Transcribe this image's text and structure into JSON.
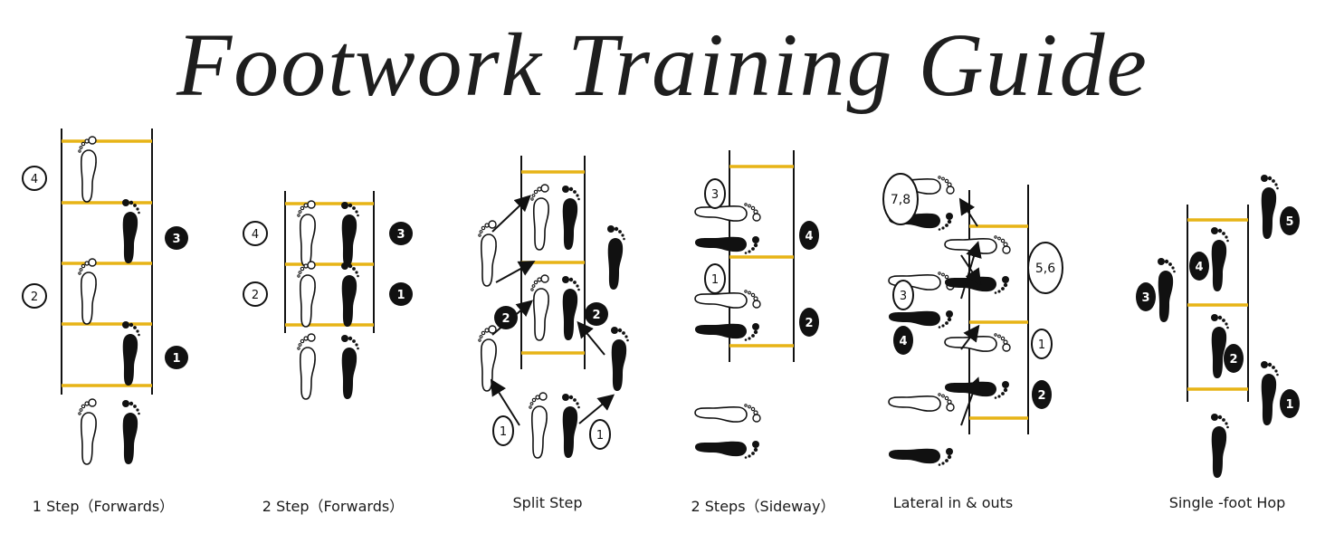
{
  "title": "Footwork Training Guide",
  "colors": {
    "ladder_rung": "#e7b416",
    "ink": "#111111",
    "paper": "#ffffff"
  },
  "panels": [
    {
      "caption": "1 Step（Forwards）",
      "badges": [
        "4",
        "3",
        "2",
        "1"
      ]
    },
    {
      "caption": "2 Step（Forwards）",
      "badges": [
        "4",
        "3",
        "2",
        "1"
      ]
    },
    {
      "caption": "Split Step",
      "badges": [
        "2",
        "2",
        "1",
        "1"
      ]
    },
    {
      "caption": "2 Steps（Sideway）",
      "badges": [
        "3",
        "4",
        "1",
        "2"
      ]
    },
    {
      "caption": "Lateral in & outs",
      "badges": [
        "7,8",
        "5,6",
        "3",
        "4",
        "1",
        "2"
      ]
    },
    {
      "caption": "Single -foot Hop",
      "badges": [
        "5",
        "4",
        "3",
        "2",
        "1"
      ]
    }
  ]
}
